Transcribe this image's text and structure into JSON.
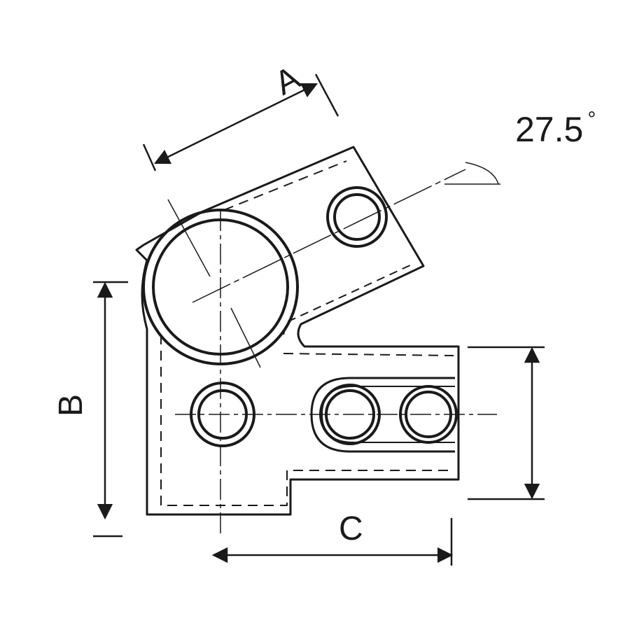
{
  "diagram": {
    "angle_value": "27.5",
    "angle_unit": "°",
    "dimension_labels": {
      "a": "A",
      "b": "B",
      "c": "C"
    },
    "colors": {
      "line": "#1a1a1a",
      "background": "#ffffff"
    }
  }
}
